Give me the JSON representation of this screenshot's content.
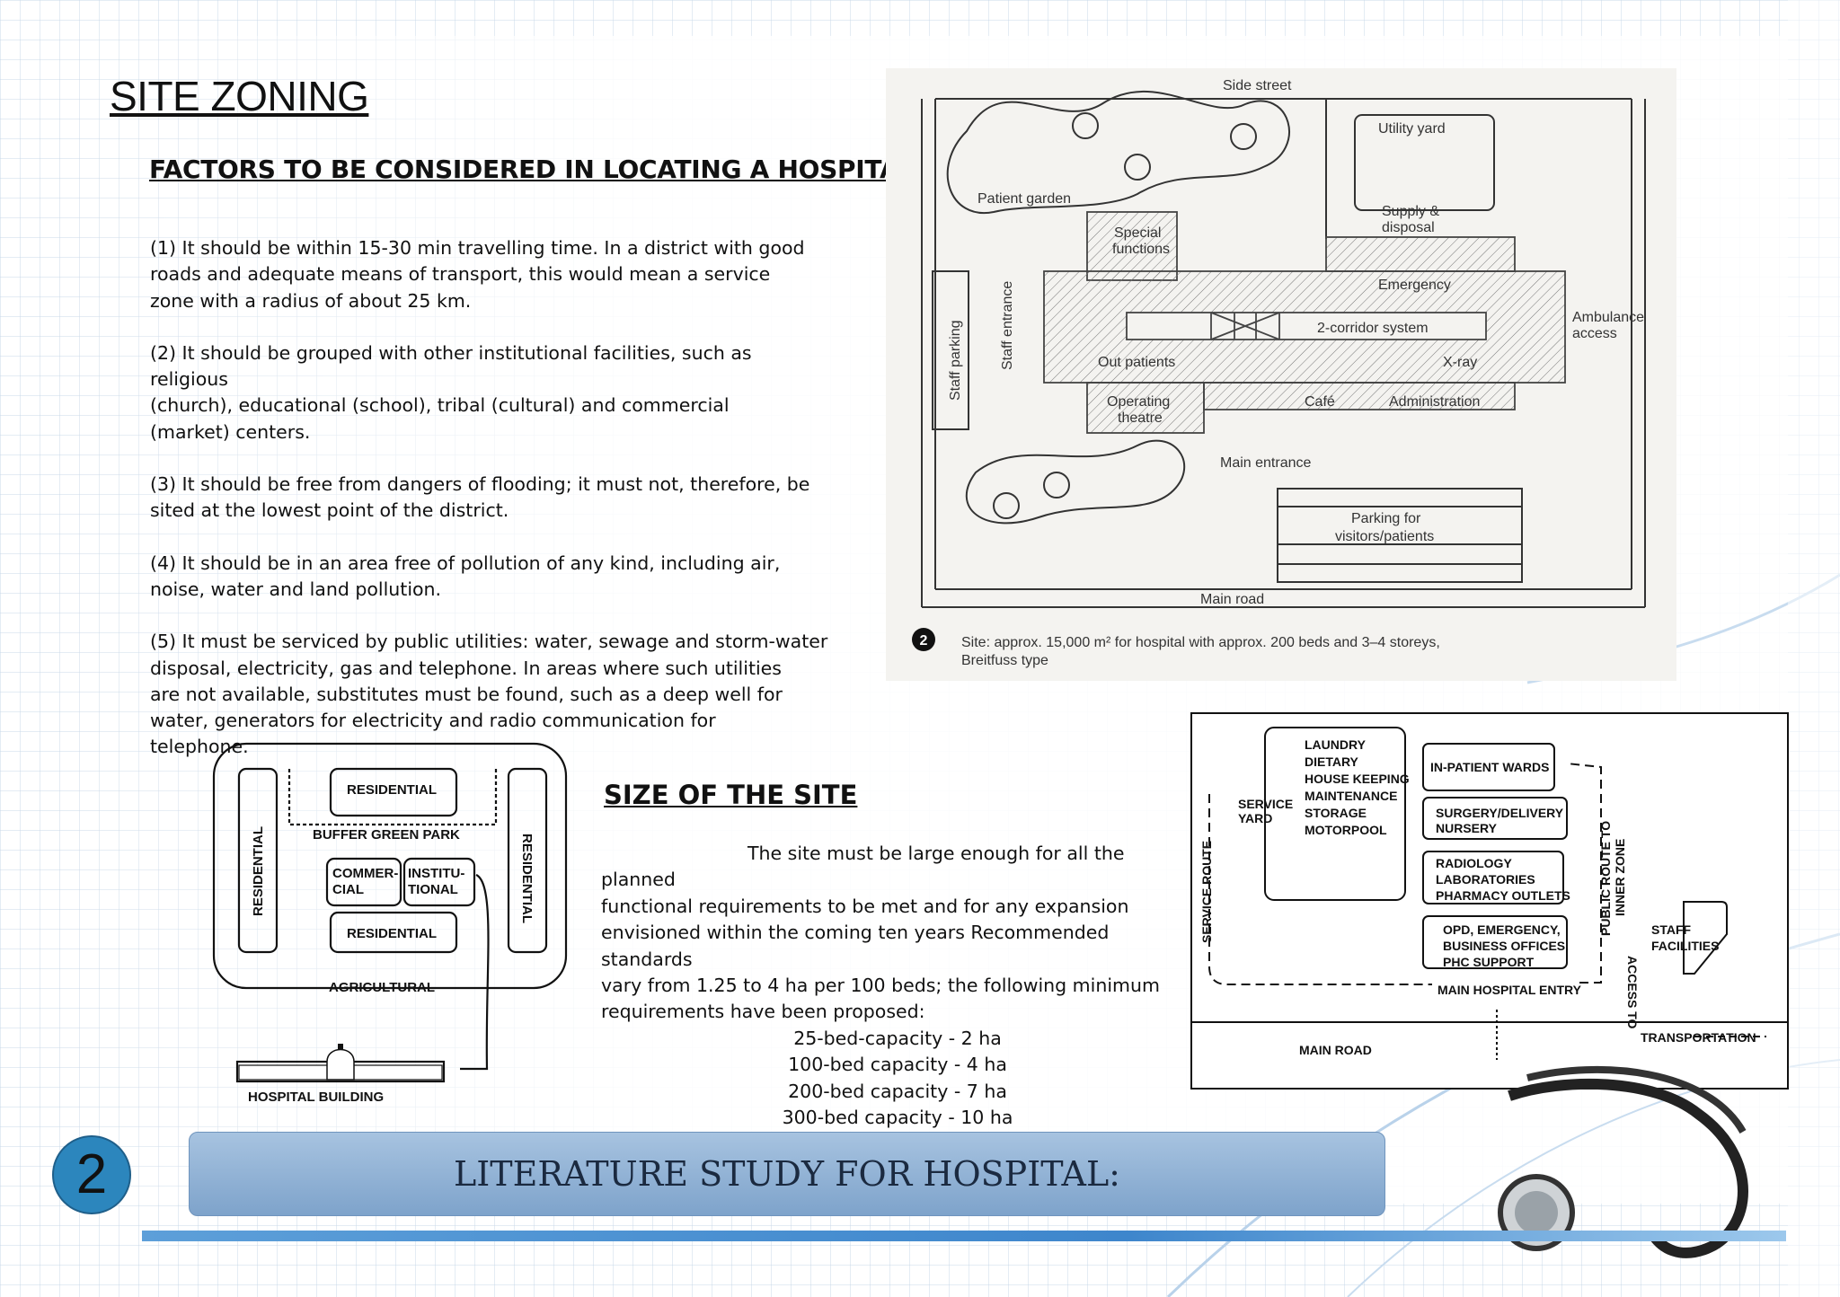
{
  "title": "SITE ZONING",
  "factors_heading": "FACTORS TO BE CONSIDERED IN LOCATING A HOSPITAL.",
  "factors": [
    [
      "(1)  It should be within 15-30 min travelling time. In a district with good",
      "roads and adequate means of transport, this would mean a service",
      "zone with a radius of about 25 km."
    ],
    [
      "(2)  It should be grouped with other institutional facilities, such as religious",
      "(church), educational (school), tribal (cultural) and commercial",
      "(market) centers."
    ],
    [
      "(3)  It should be free from dangers of flooding; it must not, therefore, be",
      "sited at the lowest point of the district."
    ],
    [
      "(4)  It should be in an area free of pollution of any kind, including air,",
      "noise, water and land pollution."
    ],
    [
      "(5)  It must be serviced by public utilities: water, sewage and storm-water",
      "disposal, electricity, gas and telephone. In areas where such utilities",
      "are not available, substitutes must be found, such as a deep well for",
      "water, generators for electricity and radio communication for",
      "telephone."
    ]
  ],
  "size_heading": "SIZE OF THE SITE",
  "size_text": [
    "The site must be large enough for all the planned",
    "functional requirements to be met and for any expansion",
    "envisioned within the coming ten years Recommended standards",
    "vary from 1.25 to 4 ha per 100 beds; the following minimum",
    "requirements have been proposed:"
  ],
  "capacities": [
    "25-bed-capacity - 2 ha",
    "100-bed capacity - 4 ha",
    "200-bed capacity - 7 ha",
    "300-bed capacity - 10 ha"
  ],
  "site_plan": {
    "side_street": "Side street",
    "utility_yard": "Utility yard",
    "patient_garden": "Patient garden",
    "supply_disposal": [
      "Supply &",
      "disposal"
    ],
    "special_functions": [
      "Special",
      "functions"
    ],
    "emergency": "Emergency",
    "ambulance_access": [
      "Ambulance",
      "access"
    ],
    "staff_parking": "Staff parking",
    "staff_entrance": "Staff entrance",
    "corridor": "2-corridor system",
    "out_patients": "Out patients",
    "xray": "X-ray",
    "operating_theatre": [
      "Operating",
      "theatre"
    ],
    "cafe": "Café",
    "administration": "Administration",
    "main_entrance": "Main entrance",
    "parking": [
      "Parking for",
      "visitors/patients"
    ],
    "main_road": "Main road",
    "caption_number": "2",
    "caption": [
      "Site: approx. 15,000 m² for hospital with approx. 200 beds and 3–4 storeys,",
      "Breitfuss type"
    ]
  },
  "zoning_diagram": {
    "residential_top": "RESIDENTIAL",
    "buffer": "BUFFER  GREEN  PARK",
    "commercial": [
      "COMMER-",
      "CIAL"
    ],
    "institutional": [
      "INSTITU-",
      "TIONAL"
    ],
    "residential_mid": "RESIDENTIAL",
    "residential_left": "RESIDENTIAL",
    "residential_right": "RESIDENTIAL",
    "agricultural": "AGRICULTURAL",
    "hospital_building": "HOSPITAL  BUILDING"
  },
  "flow_diagram": {
    "services": [
      "LAUNDRY",
      "DIETARY",
      "HOUSE KEEPING",
      "MAINTENANCE",
      "STORAGE",
      "MOTORPOOL"
    ],
    "service_yard": [
      "SERVICE",
      "YARD"
    ],
    "service_route": "SERVICE  ROUTE",
    "inpatient": "IN-PATIENT WARDS",
    "surgery": [
      "SURGERY/DELIVERY",
      "NURSERY"
    ],
    "radiology": [
      "RADIOLOGY",
      "LABORATORIES",
      "PHARMACY OUTLETS"
    ],
    "opd": [
      "OPD, EMERGENCY,",
      "BUSINESS OFFICES,",
      "PHC  SUPPORT"
    ],
    "public_route": [
      "PUBLIC  ROUTE TO",
      "INNER  ZONE"
    ],
    "access": "ACCESS  TO",
    "staff": [
      "STAFF",
      "FACILITIES"
    ],
    "main_entry": "MAIN HOSPITAL ENTRY",
    "main_road": "MAIN ROAD",
    "transportation": "TRANSPORTATION"
  },
  "banner": "LITERATURE STUDY FOR HOSPITAL:",
  "page_number": "2",
  "colors": {
    "banner": "#8fb1d6",
    "page_circle": "#2c86bd",
    "bottom_line": "#3e86cc",
    "grid": "#c9d8e8"
  }
}
